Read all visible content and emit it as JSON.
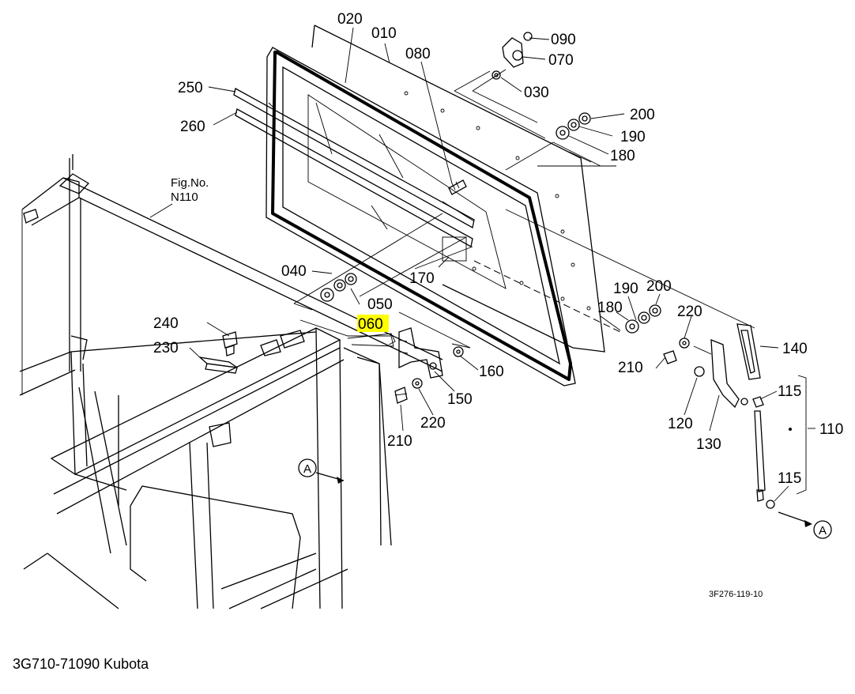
{
  "caption": "3G710-71090 Kubota",
  "drawing_code": "3F276-119-10",
  "fig_ref": {
    "line1": "Fig.No.",
    "line2": "N110"
  },
  "highlight_color": "#ffff00",
  "parts": [
    {
      "id": "020",
      "label": "020"
    },
    {
      "id": "010",
      "label": "010"
    },
    {
      "id": "080",
      "label": "080"
    },
    {
      "id": "090",
      "label": "090"
    },
    {
      "id": "070",
      "label": "070"
    },
    {
      "id": "030",
      "label": "030"
    },
    {
      "id": "250",
      "label": "250"
    },
    {
      "id": "260",
      "label": "260"
    },
    {
      "id": "200a",
      "label": "200"
    },
    {
      "id": "190a",
      "label": "190"
    },
    {
      "id": "180a",
      "label": "180"
    },
    {
      "id": "040",
      "label": "040"
    },
    {
      "id": "170",
      "label": "170"
    },
    {
      "id": "050",
      "label": "050"
    },
    {
      "id": "060",
      "label": "060",
      "highlighted": true
    },
    {
      "id": "190b",
      "label": "190"
    },
    {
      "id": "200b",
      "label": "200"
    },
    {
      "id": "180b",
      "label": "180"
    },
    {
      "id": "220a",
      "label": "220"
    },
    {
      "id": "140",
      "label": "140"
    },
    {
      "id": "240",
      "label": "240"
    },
    {
      "id": "230",
      "label": "230"
    },
    {
      "id": "160",
      "label": "160"
    },
    {
      "id": "150",
      "label": "150"
    },
    {
      "id": "210a",
      "label": "210"
    },
    {
      "id": "115a",
      "label": "115"
    },
    {
      "id": "220b",
      "label": "220"
    },
    {
      "id": "210b",
      "label": "210"
    },
    {
      "id": "120",
      "label": "120"
    },
    {
      "id": "130",
      "label": "130"
    },
    {
      "id": "110",
      "label": "110"
    },
    {
      "id": "115b",
      "label": "115"
    }
  ],
  "view_markers": [
    {
      "id": "a1",
      "label": "A"
    },
    {
      "id": "a2",
      "label": "A"
    }
  ]
}
